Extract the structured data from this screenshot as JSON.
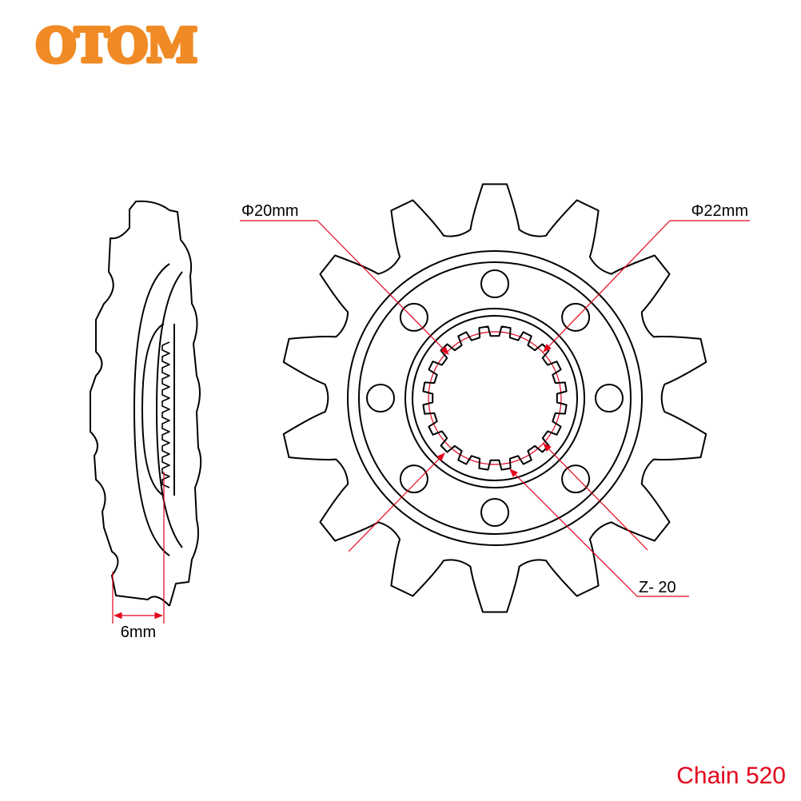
{
  "brand": {
    "logo_text": "OTOM",
    "logo_color": "#F08A24"
  },
  "diagram": {
    "accent_color": "#E3001B",
    "line_color": "#000000",
    "labels": {
      "inner_diameter": "Φ20mm",
      "outer_spline_diameter": "Φ22mm",
      "spline_teeth": "Z- 20",
      "thickness": "6mm"
    },
    "footer": "Chain 520",
    "sprocket": {
      "teeth": 14,
      "bolt_holes": 8,
      "spline_count": 20
    }
  }
}
